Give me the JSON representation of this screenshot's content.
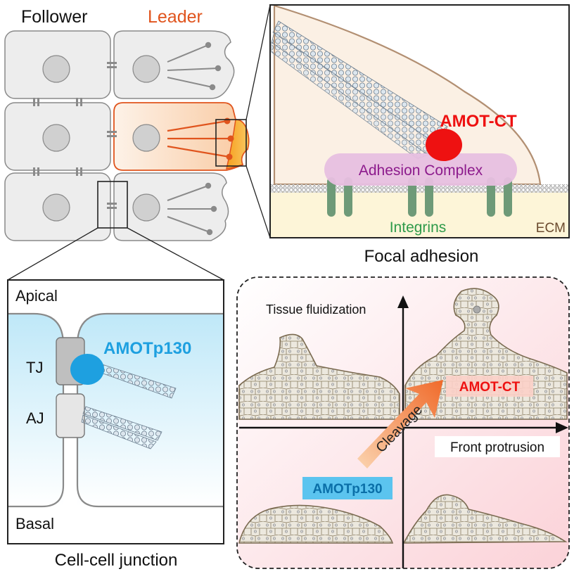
{
  "colors": {
    "leader": "#e0541d",
    "amot_ct": "#ee1111",
    "amotp130": "#1ea0e0",
    "adhesion_complex_text": "#8c1a8c",
    "integrins_text": "#2e9a4a",
    "ecm_text": "#6b4a2e",
    "cell_fill": "#ededed",
    "cell_stroke": "#8a8a8a"
  },
  "cells_panel": {
    "follower_label": "Follower",
    "leader_label": "Leader"
  },
  "focal_adhesion": {
    "amot_ct_label": "AMOT-CT",
    "adhesion_complex_label": "Adhesion Complex",
    "integrins_label": "Integrins",
    "ecm_label": "ECM",
    "caption": "Focal adhesion"
  },
  "junction": {
    "apical_label": "Apical",
    "basal_label": "Basal",
    "tj_label": "TJ",
    "aj_label": "AJ",
    "amotp130_label": "AMOTp130",
    "caption": "Cell-cell junction"
  },
  "quadrant": {
    "y_axis_label": "Tissue fluidization",
    "x_axis_label": "Front protrusion",
    "amot_ct_label": "AMOT-CT",
    "amotp130_label": "AMOTp130",
    "cleavage_label": "Cleavage"
  }
}
